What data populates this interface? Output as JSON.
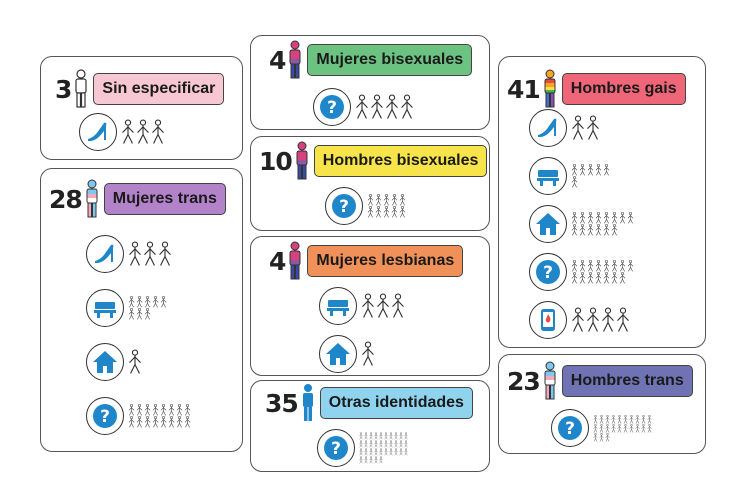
{
  "colors": {
    "icon_blue": "#1f87c9",
    "stroke": "#333333"
  },
  "groups": [
    {
      "id": "sin-especificar",
      "count": "3",
      "label": "Sin especificar",
      "color": "#f7c8d3",
      "icon": "person-outline",
      "rows": [
        {
          "icon": "high-heel-icon",
          "n": 3
        }
      ]
    },
    {
      "id": "mujeres-trans",
      "count": "28",
      "label": "Mujeres trans",
      "color": "#b383c9",
      "icon": "person-trans-flag",
      "rows": [
        {
          "icon": "high-heel-icon",
          "n": 3
        },
        {
          "icon": "bench-icon",
          "n": 8
        },
        {
          "icon": "house-icon",
          "n": 1
        },
        {
          "icon": "question-icon",
          "n": 16
        }
      ]
    },
    {
      "id": "mujeres-bisexuales",
      "count": "4",
      "label": "Mujeres bisexuales",
      "color": "#6cc381",
      "icon": "person-bi-flag",
      "rows": [
        {
          "icon": "question-icon",
          "n": 4
        }
      ]
    },
    {
      "id": "hombres-bisexuales",
      "count": "10",
      "label": "Hombres bisexuales",
      "color": "#f7e44b",
      "icon": "person-bi-flag",
      "rows": [
        {
          "icon": "question-icon",
          "n": 10
        }
      ]
    },
    {
      "id": "mujeres-lesbianas",
      "count": "4",
      "label": "Mujeres lesbianas",
      "color": "#f0915a",
      "icon": "person-bi-flag",
      "rows": [
        {
          "icon": "bench-icon",
          "n": 3
        },
        {
          "icon": "house-icon",
          "n": 1
        }
      ]
    },
    {
      "id": "otras-identidades",
      "count": "35",
      "label": "Otras identidades",
      "color": "#8fd3ef",
      "icon": "person-blue",
      "rows": [
        {
          "icon": "question-icon",
          "n": 35
        }
      ]
    },
    {
      "id": "hombres-gais",
      "count": "41",
      "label": "Hombres gais",
      "color": "#ee6678",
      "icon": "person-rainbow",
      "rows": [
        {
          "icon": "high-heel-icon",
          "n": 2
        },
        {
          "icon": "bench-icon",
          "n": 6
        },
        {
          "icon": "house-icon",
          "n": 14
        },
        {
          "icon": "question-icon",
          "n": 15
        },
        {
          "icon": "phone-icon",
          "n": 4
        }
      ]
    },
    {
      "id": "hombres-trans",
      "count": "23",
      "label": "Hombres trans",
      "color": "#6f73b3",
      "icon": "person-trans-flag",
      "rows": [
        {
          "icon": "question-icon",
          "n": 23
        }
      ]
    }
  ]
}
